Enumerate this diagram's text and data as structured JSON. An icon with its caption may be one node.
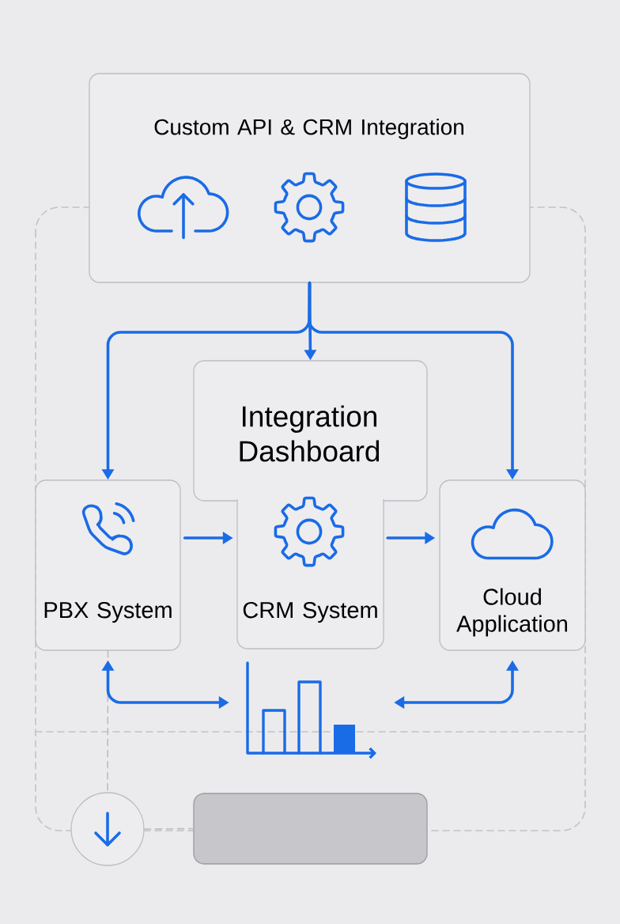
{
  "diagram": {
    "nodes": [
      {
        "text": [
          "Custom API & CRM Integration"
        ]
      },
      {
        "text": [
          "Integration Dashboard"
        ]
      },
      {
        "text": [
          "PBX System"
        ]
      },
      {
        "text": [
          "CRM System"
        ]
      },
      {
        "text": [
          "Cloud Application"
        ]
      },
      {
        "text": [],
        "shape": "chart"
      },
      {
        "text": [],
        "shape": "circle"
      },
      {
        "text": [],
        "shape": "box"
      }
    ],
    "edges": [
      {
        "from": 0,
        "to": 1,
        "arrow": "to"
      },
      {
        "from": 0,
        "to": 2,
        "arrow": "to"
      },
      {
        "from": 0,
        "to": 4,
        "arrow": "to"
      },
      {
        "from": 2,
        "to": 3,
        "arrow": "to"
      },
      {
        "from": 3,
        "to": 4,
        "arrow": "to"
      },
      {
        "from": 2,
        "to": 5,
        "arrow": "both"
      },
      {
        "from": 4,
        "to": 5,
        "arrow": "both"
      },
      {
        "from": 2,
        "to": 6,
        "arrow": "none",
        "style": "dashed",
        "color": "#bdbdbd"
      },
      {
        "from": 6,
        "to": 7,
        "arrow": "none",
        "style": "dashed",
        "color": "#bdbdbd"
      }
    ]
  }
}
